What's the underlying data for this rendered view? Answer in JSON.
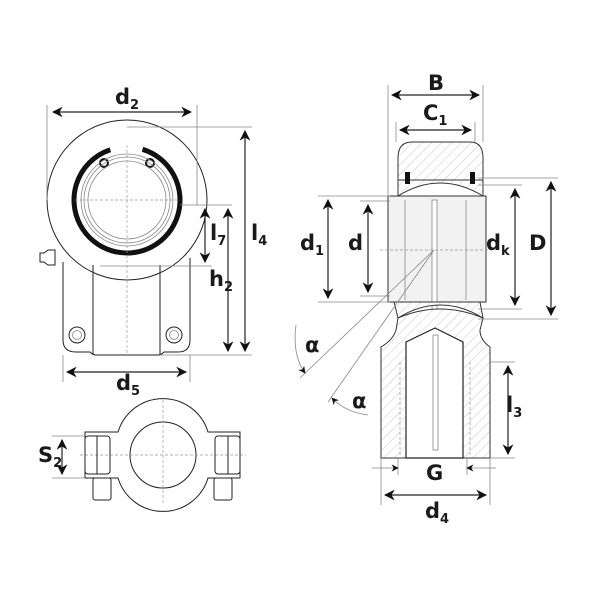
{
  "drawing": {
    "title": "Hydraulic rod end with spherical plain bearing",
    "labels": {
      "d2": {
        "main": "d",
        "sub": "2"
      },
      "l7": {
        "main": "l",
        "sub": "7"
      },
      "l4": {
        "main": "l",
        "sub": "4"
      },
      "h2": {
        "main": "h",
        "sub": "2"
      },
      "d5": {
        "main": "d",
        "sub": "5"
      },
      "S2": {
        "main": "S",
        "sub": "2"
      },
      "B": {
        "main": "B"
      },
      "C1": {
        "main": "C",
        "sub": "1"
      },
      "d1": {
        "main": "d",
        "sub": "1"
      },
      "d": {
        "main": "d"
      },
      "dk": {
        "main": "d",
        "sub": "k"
      },
      "D": {
        "main": "D"
      },
      "alpha1": {
        "main": "α"
      },
      "alpha2": {
        "main": "α"
      },
      "l3": {
        "main": "l",
        "sub": "3"
      },
      "G": {
        "main": "G"
      },
      "d4": {
        "main": "d",
        "sub": "4"
      }
    }
  }
}
